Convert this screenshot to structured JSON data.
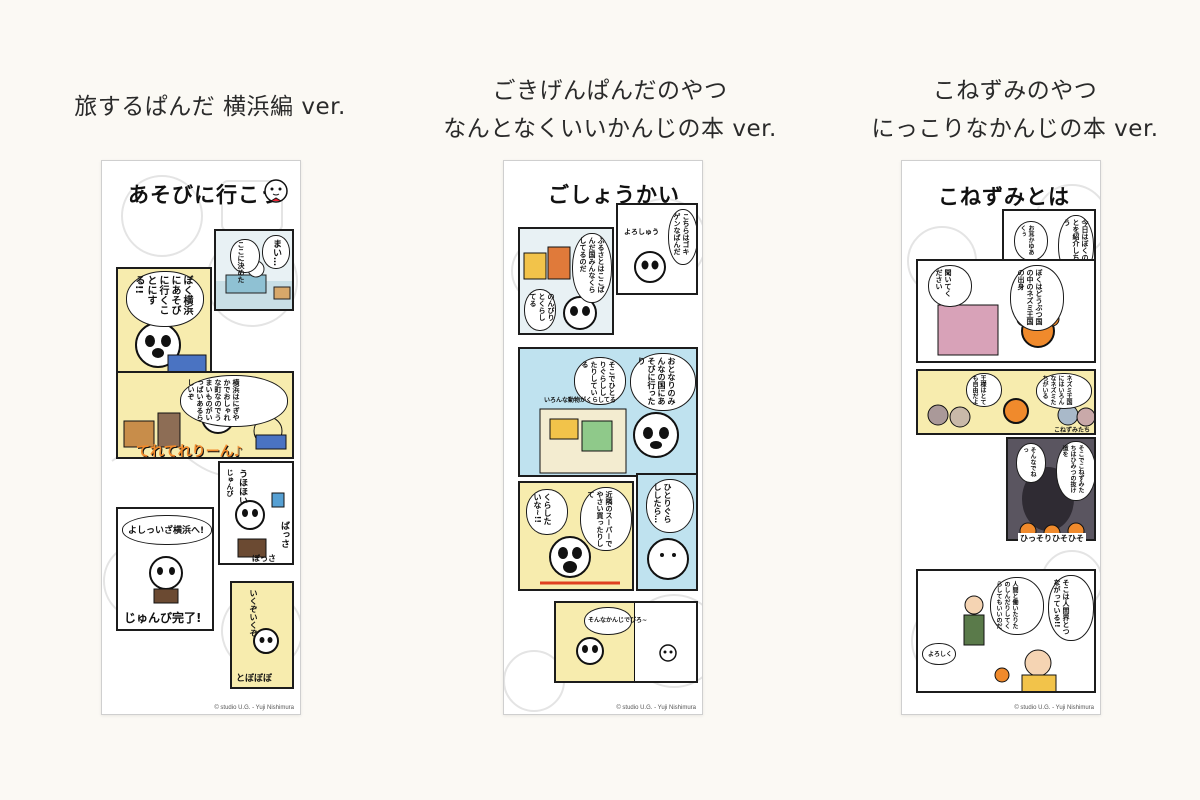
{
  "columns": [
    {
      "heading_lines": [
        "旅するぱんだ 横浜編 ver."
      ],
      "strip_title": "あそびに行こう",
      "speech": [
        "ぼく横浜にあそびに行くことにする!!",
        "まい…",
        "ここに決めた",
        "横浜はにぎやかでおしゃれな町なのでうまいものがいっぱいあるらしいぞ",
        "うほほい",
        "じゅんび",
        "ばっさ",
        "よしっいざ横浜へ!",
        "いくぞいくぞ"
      ],
      "sfx": [
        "てれてれりーん♪",
        "じゅんび完了!",
        "とぼぼぼ",
        "ぼっさ"
      ],
      "credit": "© studio U.G. - Yuji Nishimura"
    },
    {
      "heading_lines": [
        "ごきげんぱんだのやつ",
        "なんとなくいいかんじの本 ver."
      ],
      "strip_title": "ごしょうかい",
      "speech": [
        "ふるさとはここぱんだ国みんなくらしてるのだ",
        "こちらはゴキゲンなぱんだ",
        "よろしゅう",
        "のんびりとくらしてる",
        "おとなりのみんなの国にあそびに行ったり",
        "そこでひとりぐらししたりしている",
        "いろんな動物がくらしてる",
        "ひとりぐらししたら…",
        "近隣のスーパーでやさい買ったりして",
        "くらしたいな~!!",
        "そんなかんじでぴろ~"
      ],
      "credit": "© studio U.G. - Yuji Nishimura"
    },
    {
      "heading_lines": [
        "こねずみのやつ",
        "にっこりなかんじの本 ver."
      ],
      "strip_title": "こねずみとは",
      "speech": [
        "今日はぼくのことを紹介しちゃう",
        "お耳かゆあくぅ",
        "ぼくはどうぶつ国の中のネズミ王国の出身",
        "聞いてください",
        "ネズミ王国にはいろんなネズミたちがいる",
        "王様はとても自由だよ",
        "こねずみたち",
        "そこでこねずみたちはひみつの抜け道を",
        "そんなでねっ",
        "ひっそりひそひそ",
        "そこは人間界とつながっている!!",
        "人間と働いたりたのしんだりしてくらしてもいいのだ",
        "よろしく"
      ],
      "credit": "© studio U.G. - Yuji Nishimura"
    }
  ],
  "colors": {
    "background": "#fbf9f4",
    "ink": "#1c1c1c",
    "panel_yellow": "#f7ecae",
    "panel_blue": "#bfe2ef",
    "accent_orange": "#f08a2c"
  }
}
